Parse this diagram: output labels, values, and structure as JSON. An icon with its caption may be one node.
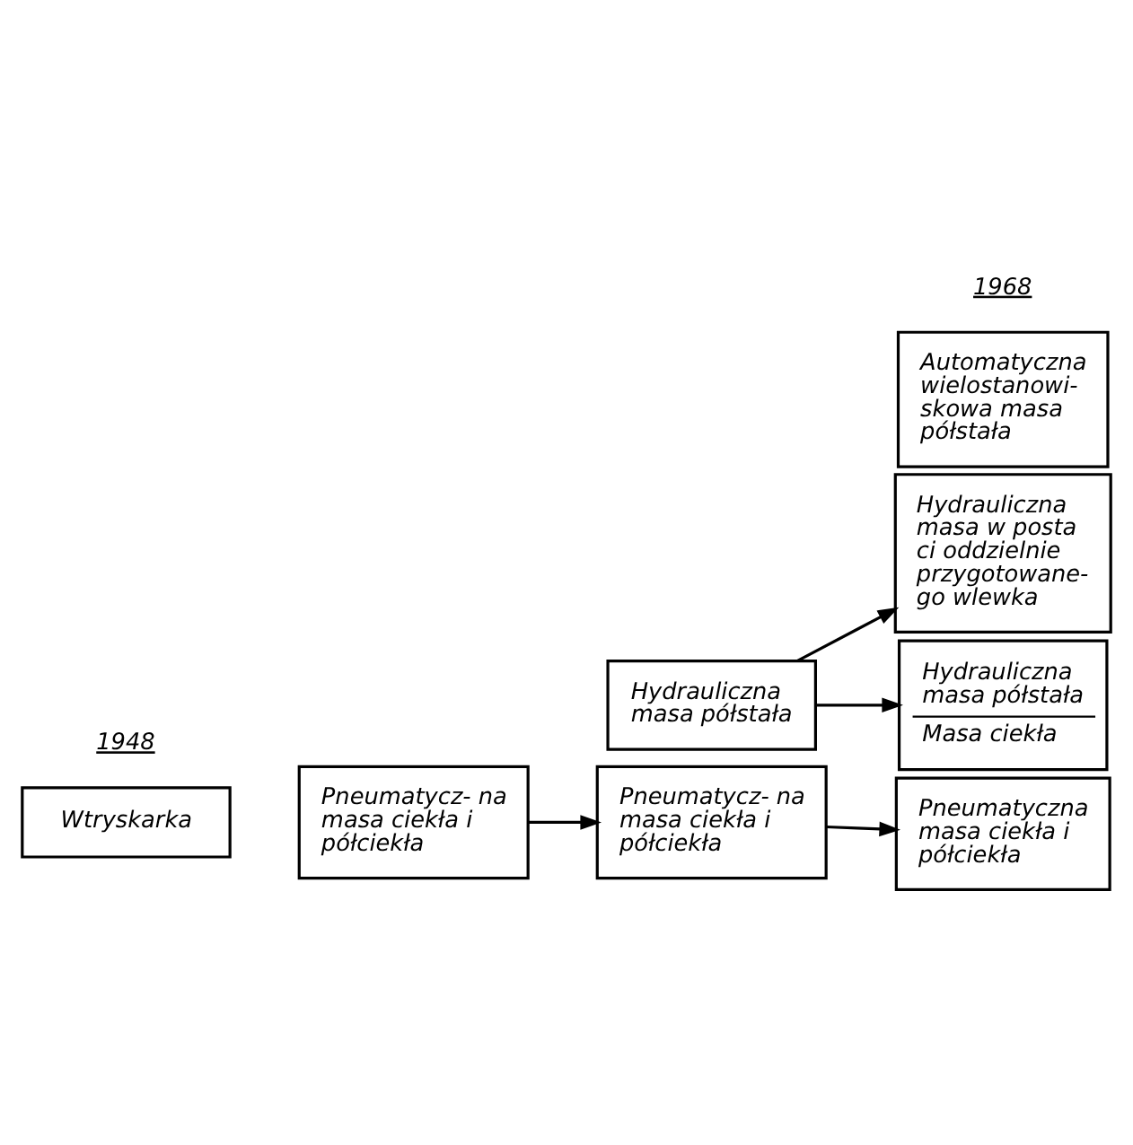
{
  "diagram": {
    "nodes": [
      {
        "text": [
          "Wtryskarka"
        ]
      },
      {
        "text": [
          "Pneumatycz- na masa ciekła i półciekła"
        ]
      },
      {
        "text": [
          "Hydrauliczna masa półstała"
        ]
      },
      {
        "text": [
          "Pneumatycz- na masa ciekła i półciekła"
        ]
      },
      {
        "text": [
          "Automatyczna wielostanowi- skowa masa półstała"
        ]
      },
      {
        "text": [
          "Hydrauliczna masa w posta ci oddzielnie przygotowane- go wlewka"
        ]
      },
      {
        "text": [
          "Hydrauliczna masa półstała",
          "Masa ciekła"
        ]
      },
      {
        "text": [
          "Pneumatyczna masa ciekła i półciekła"
        ]
      }
    ],
    "edges": [
      {
        "from": 1,
        "to": 3,
        "arrow": "to"
      },
      {
        "from": 2,
        "to": 5,
        "arrow": "to"
      },
      {
        "from": 2,
        "to": 6,
        "arrow": "to"
      },
      {
        "from": 3,
        "to": 7,
        "arrow": "to"
      }
    ],
    "labels": [
      "1948",
      "1968"
    ]
  }
}
